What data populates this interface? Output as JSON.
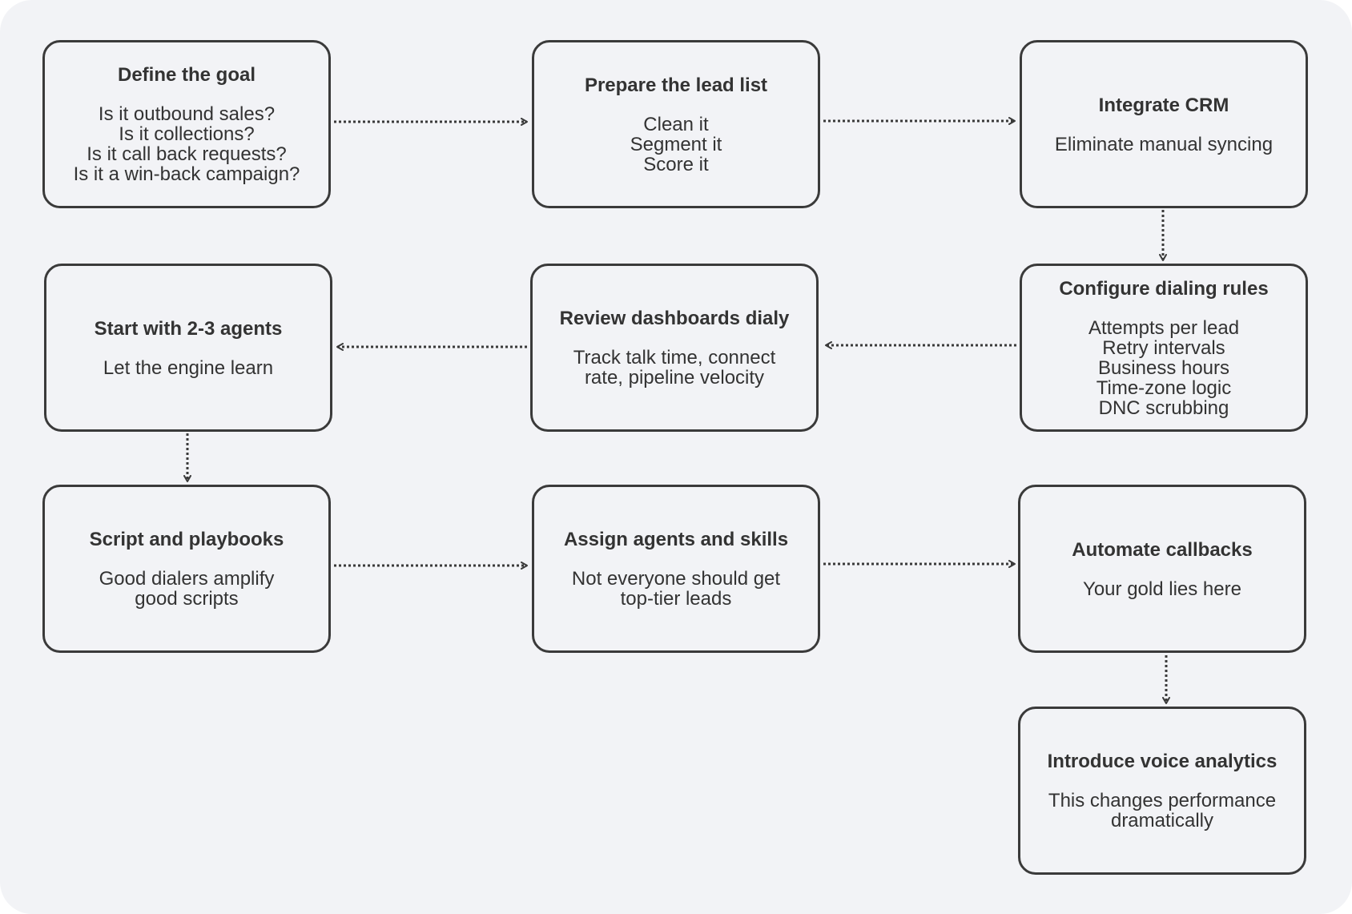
{
  "diagram": {
    "nodes": [
      {
        "id": "define-goal",
        "title": "Define the goal",
        "lines": [
          "Is it outbound sales?",
          "Is it collections?",
          "Is it call back requests?",
          "Is it a win-back campaign?"
        ]
      },
      {
        "id": "prepare-lead-list",
        "title": "Prepare the lead list",
        "lines": [
          "Clean it",
          "Segment it",
          "Score it"
        ]
      },
      {
        "id": "integrate-crm",
        "title": "Integrate CRM",
        "lines": [
          "Eliminate manual syncing"
        ]
      },
      {
        "id": "configure-dialing-rules",
        "title": "Configure dialing rules",
        "lines": [
          "Attempts per lead",
          "Retry intervals",
          "Business hours",
          "Time-zone logic",
          "DNC scrubbing"
        ]
      },
      {
        "id": "review-dashboards",
        "title": "Review dashboards dialy",
        "lines": [
          "Track talk time, connect",
          "rate, pipeline velocity"
        ]
      },
      {
        "id": "start-agents",
        "title": "Start with 2-3 agents",
        "lines": [
          "Let the engine learn"
        ]
      },
      {
        "id": "script-playbooks",
        "title": "Script and playbooks",
        "lines": [
          "Good dialers amplify",
          "good scripts"
        ]
      },
      {
        "id": "assign-agents",
        "title": "Assign agents and skills",
        "lines": [
          "Not everyone should get",
          "top-tier leads"
        ]
      },
      {
        "id": "automate-callbacks",
        "title": "Automate callbacks",
        "lines": [
          "Your gold lies here"
        ]
      },
      {
        "id": "voice-analytics",
        "title": "Introduce voice analytics",
        "lines": [
          "This changes performance",
          "dramatically"
        ]
      }
    ],
    "edges": [
      {
        "from": "define-goal",
        "to": "prepare-lead-list"
      },
      {
        "from": "prepare-lead-list",
        "to": "integrate-crm"
      },
      {
        "from": "integrate-crm",
        "to": "configure-dialing-rules"
      },
      {
        "from": "configure-dialing-rules",
        "to": "review-dashboards"
      },
      {
        "from": "review-dashboards",
        "to": "start-agents"
      },
      {
        "from": "start-agents",
        "to": "script-playbooks"
      },
      {
        "from": "script-playbooks",
        "to": "assign-agents"
      },
      {
        "from": "assign-agents",
        "to": "automate-callbacks"
      },
      {
        "from": "automate-callbacks",
        "to": "voice-analytics"
      }
    ],
    "colors": {
      "background": "#f2f3f6",
      "border": "#3a3a3a",
      "text": "#333333",
      "connector": "#3a3a3a"
    },
    "connector_style": "dotted-arrow"
  }
}
